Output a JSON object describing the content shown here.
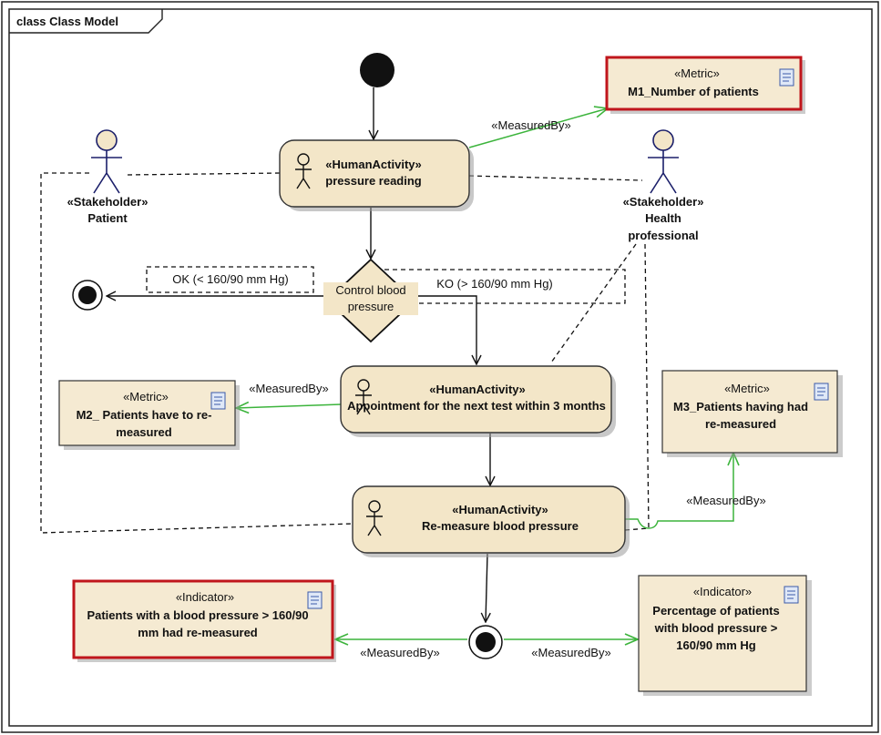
{
  "frame": {
    "title": "class Class Model"
  },
  "colors": {
    "node_fill": "#f3e6c8",
    "metric_fill": "#f5ead2",
    "border": "#333333",
    "highlight_border": "#c0161c",
    "measured_by_line": "#3cb43c",
    "dashed_line": "#111111"
  },
  "stereotypes": {
    "human_activity": "«HumanActivity»",
    "metric": "«Metric»",
    "indicator": "«Indicator»",
    "stakeholder": "«Stakeholder»",
    "measured_by": "«MeasuredBy»"
  },
  "stakeholders": [
    {
      "id": "patient",
      "name": "Patient"
    },
    {
      "id": "health-professional",
      "name": "Health professional"
    }
  ],
  "activities": [
    {
      "id": "pressure-reading",
      "name": "pressure reading"
    },
    {
      "id": "appointment",
      "name": "Appointment for the next test within 3 months"
    },
    {
      "id": "re-measure",
      "name": "Re-measure blood pressure"
    }
  ],
  "decision": {
    "name": "Control blood pressure"
  },
  "guards": {
    "ok": "OK (< 160/90 mm Hg)",
    "ko": "KO (> 160/90 mm Hg)"
  },
  "metrics": [
    {
      "id": "m1",
      "name": "M1_Number of patients",
      "highlighted": true
    },
    {
      "id": "m2",
      "name": "M2_ Patients have to re-measured",
      "highlighted": false
    },
    {
      "id": "m3",
      "name": "M3_Patients having had re-measured",
      "highlighted": false
    }
  ],
  "indicators": [
    {
      "id": "ind-left",
      "name": "Patients with a blood pressure > 160/90 mm  had re-measured",
      "highlighted": true
    },
    {
      "id": "ind-right",
      "name": "Percentage of patients with blood pressure > 160/90 mm Hg",
      "highlighted": false
    }
  ],
  "document_icon": "document-icon",
  "actor_icon": "actor-icon"
}
